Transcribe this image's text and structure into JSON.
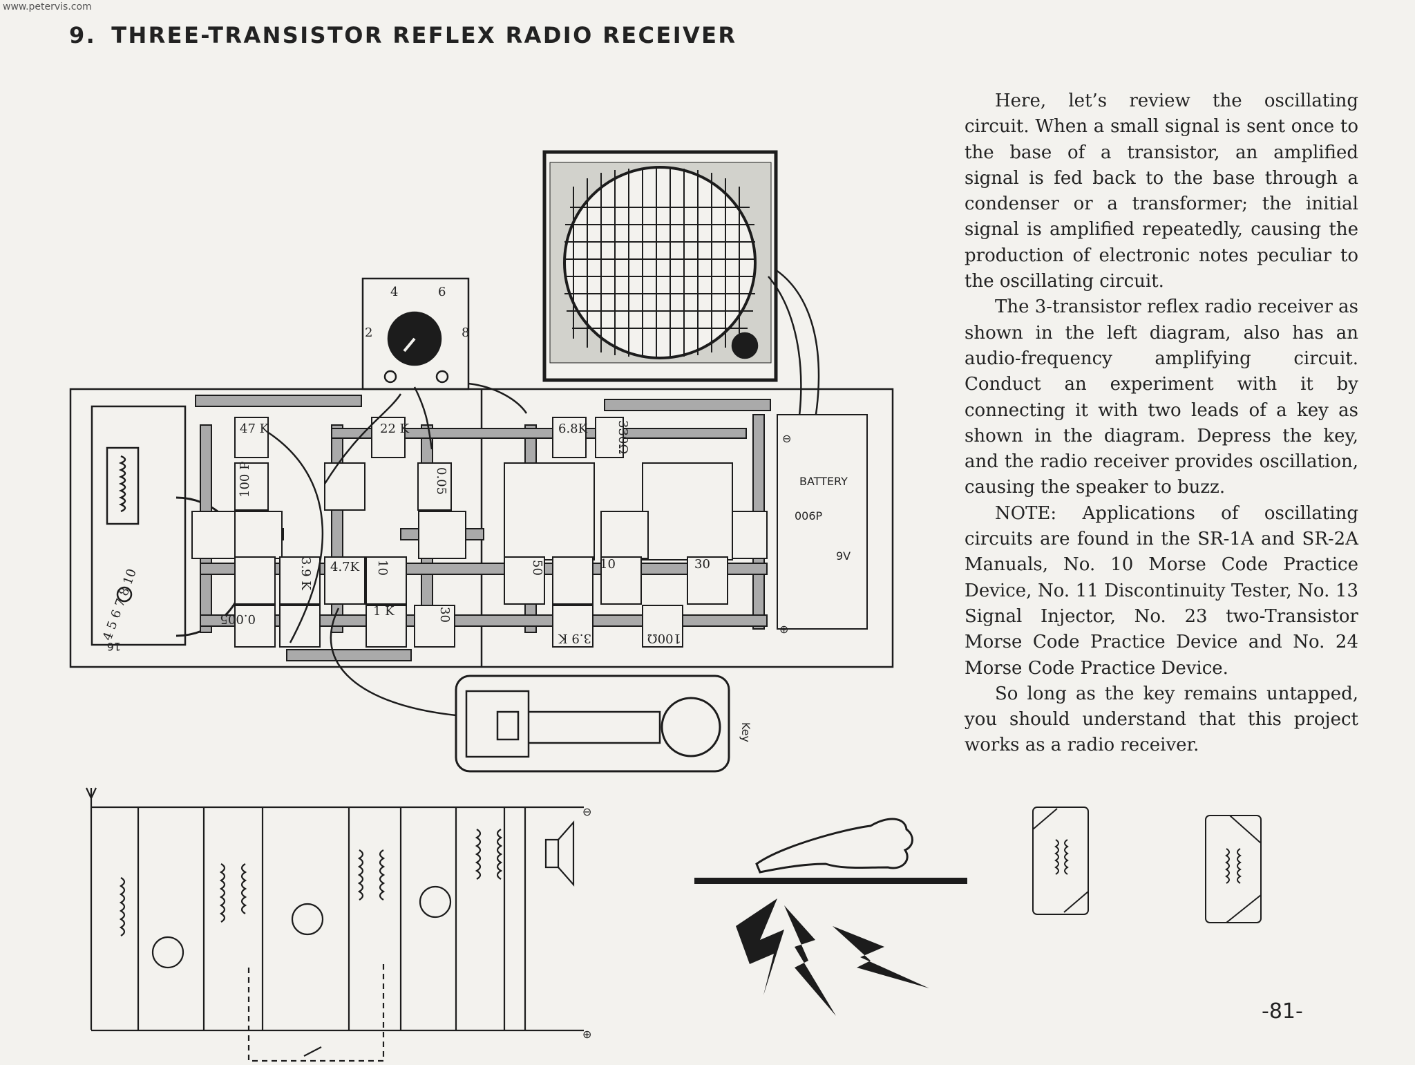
{
  "watermark": "www.petervis.com",
  "header": {
    "number": "9.",
    "title": "THREE-TRANSISTOR REFLEX RADIO RECEIVER"
  },
  "body_paragraphs": [
    "Here, let’s review the oscillating circuit. When a small signal is sent once to the base of a transistor, an amplified signal is fed back to the base through a condenser or a transformer; the initial signal is amplified repeatedly, causing the production of electronic notes peculiar to the oscillating circuit.",
    "The 3-transistor reflex radio receiver as shown in the left diagram, also has an audio-frequency amplifying circuit. Conduct an experiment with it by connecting it with two leads of a key as shown in the diagram. Depress the key, and the radio receiver provides oscillation, causing the speaker to buzz.",
    "NOTE: Applications of oscillating circuits are found in the SR-1A and SR-2A Manuals, No. 10 Morse Code Practice Device, No. 11 Discontinuity Tester, No. 13 Signal Injector, No. 23 two-Transistor Morse Code Practice Device and No. 24 Morse Code Practice Device.",
    "So long as the key remains untapped, you should understand that this project works as a radio receiver."
  ],
  "diagram_labels": {
    "r_47k": "47 K",
    "r_22k": "22 K",
    "r_6_8k": "6.8K",
    "r_330": "330Ω",
    "c_100p": "100 P",
    "c_0_05": "0.05",
    "r_3_9k_a": "3.9 K",
    "r_4_7k": "4.7K",
    "c_10_a": "10",
    "c_50": "50",
    "c_10_b": "10",
    "c_30_a": "30",
    "c_0_005": "0.005",
    "r_1k": "1 K",
    "c_30_b": "30",
    "r_3_9k_b": "3.9 K",
    "r_100": "100Ω",
    "battery": "BATTERY",
    "battery_type": "006P",
    "battery_voltage": "9V",
    "minus": "⊖",
    "plus": "⊕",
    "key": "Key",
    "pot_2": "2",
    "pot_4": "4",
    "pot_6": "6",
    "pot_8": "8",
    "dial_numbers": "4 5 6 7 8 10",
    "dial_16": "16"
  },
  "schematic_labels": {
    "minus": "⊖",
    "plus": "⊕"
  },
  "page_number": "-81-",
  "colors": {
    "ink": "#1c1c1c",
    "paper": "#f3f2ee"
  }
}
